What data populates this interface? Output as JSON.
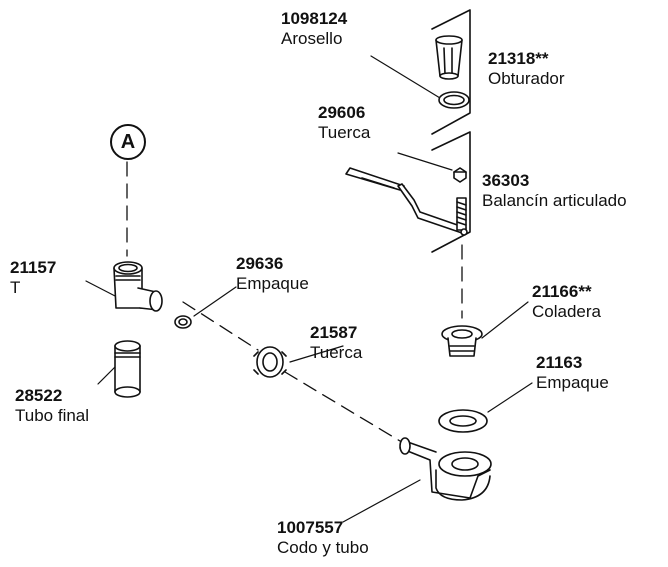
{
  "callout": "A",
  "parts": {
    "arosello": {
      "number": "1098124",
      "name": "Arosello"
    },
    "obturador": {
      "number": "21318**",
      "name": "Obturador"
    },
    "tuerca_top": {
      "number": "29606",
      "name": "Tuerca"
    },
    "balancin": {
      "number": "36303",
      "name": "Balancín articulado"
    },
    "t": {
      "number": "21157",
      "name": "T"
    },
    "empaque_a": {
      "number": "29636",
      "name": "Empaque"
    },
    "tuerca": {
      "number": "21587",
      "name": "Tuerca"
    },
    "coladera": {
      "number": "21166**",
      "name": "Coladera"
    },
    "empaque_b": {
      "number": "21163",
      "name": "Empaque"
    },
    "tubo_final": {
      "number": "28522",
      "name": "Tubo final"
    },
    "codo": {
      "number": "1007557",
      "name": "Codo y tubo"
    }
  }
}
